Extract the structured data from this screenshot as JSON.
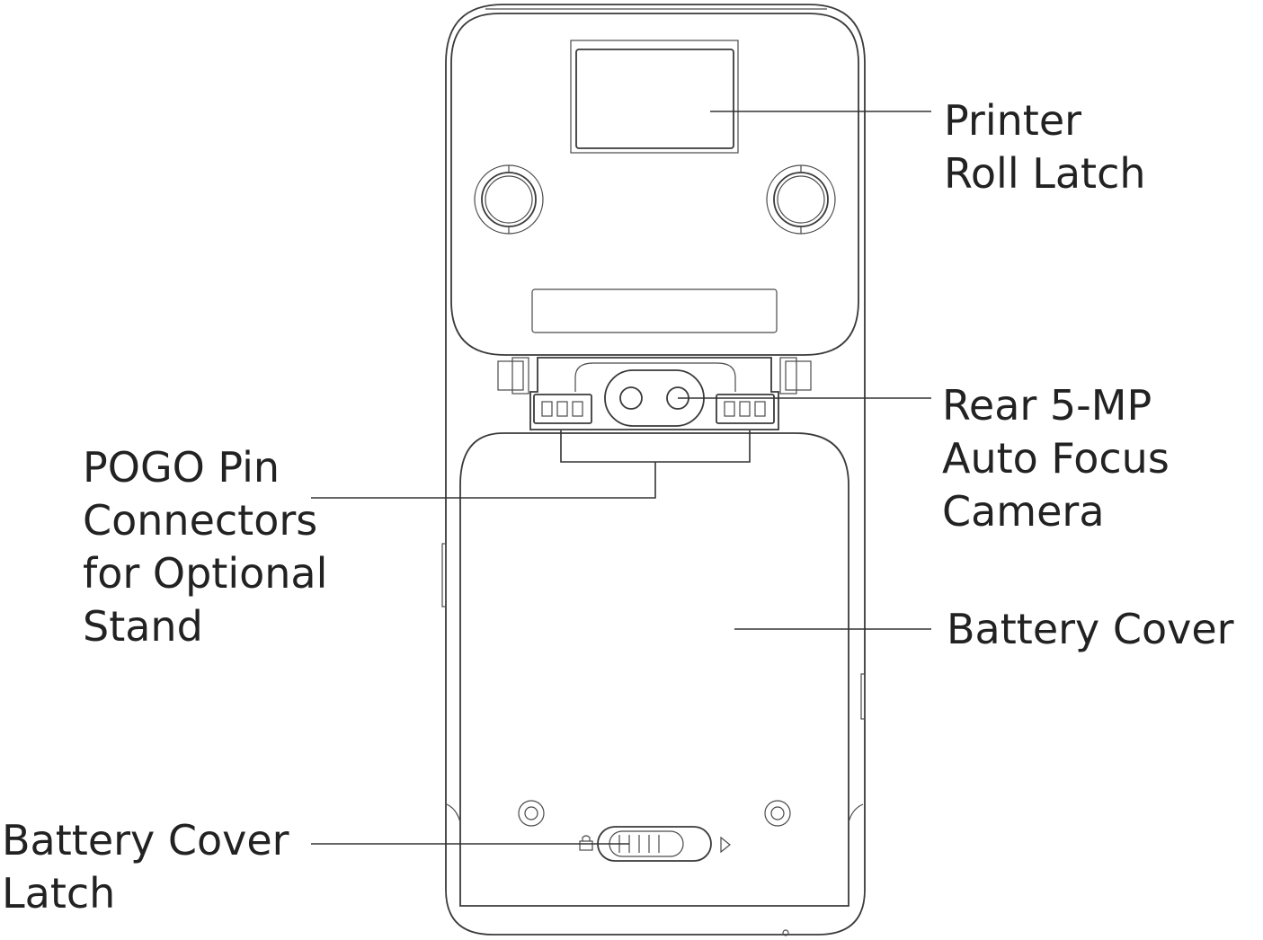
{
  "labels": {
    "printer_roll_latch": [
      "Printer",
      "Roll Latch"
    ],
    "rear_camera": [
      "Rear 5-MP",
      "Auto Focus",
      "Camera"
    ],
    "pogo_pins": [
      "POGO Pin",
      "Connectors",
      "for Optional",
      "Stand"
    ],
    "battery_cover": [
      "Battery Cover"
    ],
    "battery_cover_latch": [
      "Battery Cover",
      "Latch"
    ]
  },
  "icons": {
    "lock": "lock-icon",
    "arrow": "triangle-right-icon"
  },
  "colors": {
    "line": "#333333",
    "text": "#222222",
    "background": "#ffffff"
  }
}
